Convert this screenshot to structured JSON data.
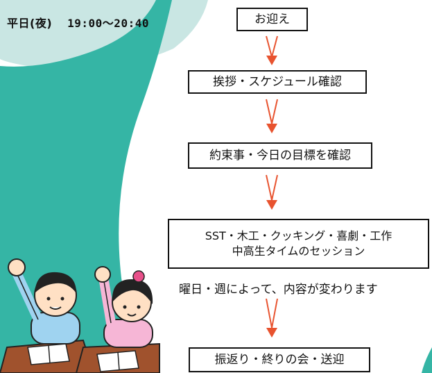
{
  "header": {
    "day": "平日(夜)",
    "time": "19:00～20:40"
  },
  "flow": {
    "steps": [
      "お迎え",
      "挨拶・スケジュール確認",
      "約束事・今日の目標を確認",
      [
        "SST・木工・クッキング・喜劇・工作",
        "中高生タイムのセッション"
      ],
      "振返り・終りの会・送迎"
    ],
    "note": "曜日・週によって、内容が変わります"
  },
  "colors": {
    "teal": "#35b5a5",
    "light_teal": "#c9e6e3",
    "arrow": "#e8532f"
  }
}
